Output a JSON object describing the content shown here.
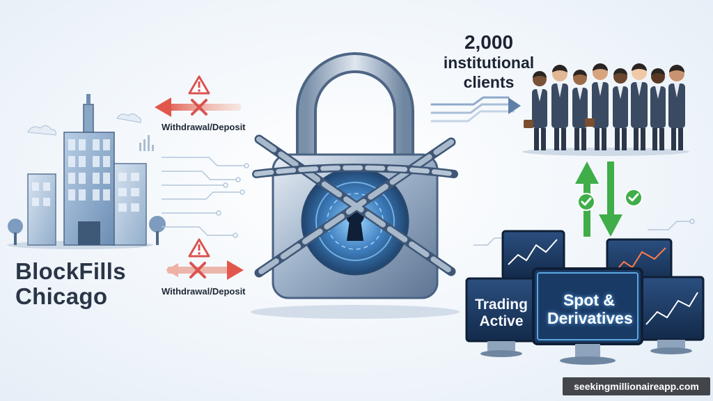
{
  "company": {
    "line1": "BlockFills",
    "line2": "Chicago"
  },
  "flows": [
    {
      "label": "Withdrawal/Deposit",
      "status": "blocked"
    },
    {
      "label": "Withdrawal/Deposit",
      "status": "blocked"
    }
  ],
  "clients": {
    "count": "2,000",
    "line1": "institutional",
    "line2": "clients"
  },
  "screens": {
    "left": {
      "line1": "Trading",
      "line2": "Active"
    },
    "center": {
      "line1": "Spot &",
      "line2": "Derivatives"
    }
  },
  "watermark": "seekingmillionaireapp.com",
  "colors": {
    "blocked": "#d9534f",
    "approved": "#3fae49",
    "lock": "#7e97b4",
    "keyhole_glow": "#4fb3ff",
    "screen": "#1e3b66"
  }
}
